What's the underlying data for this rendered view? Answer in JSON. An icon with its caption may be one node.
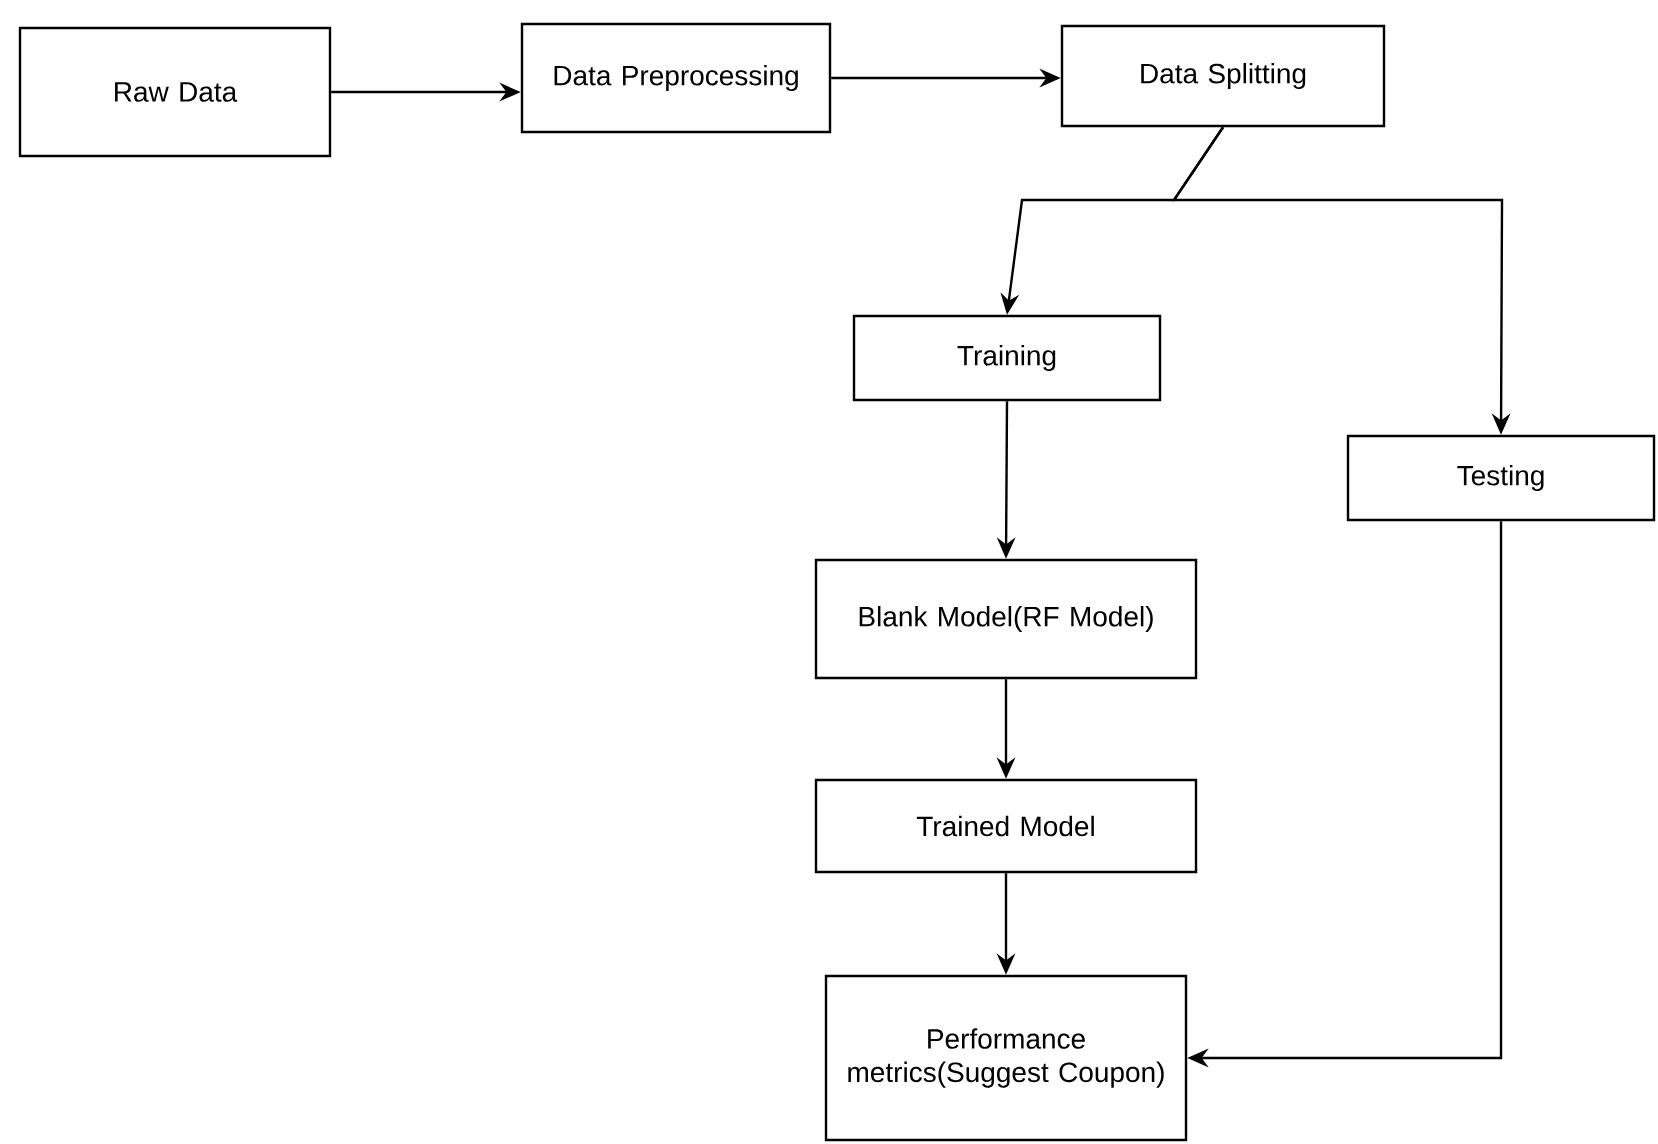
{
  "diagram": {
    "nodes": [
      {
        "text": [
          "Raw Data"
        ]
      },
      {
        "text": [
          "Data Preprocessing"
        ]
      },
      {
        "text": [
          "Data Splitting"
        ]
      },
      {
        "text": [
          "Training"
        ]
      },
      {
        "text": [
          "Testing"
        ]
      },
      {
        "text": [
          "Blank Model(RF Model)"
        ]
      },
      {
        "text": [
          "Trained Model"
        ]
      },
      {
        "text": [
          "Performance metrics(Suggest Coupon)"
        ]
      }
    ],
    "edges": [
      {
        "from": 0,
        "to": 1,
        "arrow": "to"
      },
      {
        "from": 1,
        "to": 2,
        "arrow": "to"
      },
      {
        "from": 2,
        "to": 3,
        "arrow": "to"
      },
      {
        "from": 2,
        "to": 4,
        "arrow": "to"
      },
      {
        "from": 3,
        "to": 5,
        "arrow": "to"
      },
      {
        "from": 5,
        "to": 6,
        "arrow": "to"
      },
      {
        "from": 6,
        "to": 7,
        "arrow": "to"
      },
      {
        "from": 4,
        "to": 7,
        "arrow": "to"
      }
    ]
  }
}
